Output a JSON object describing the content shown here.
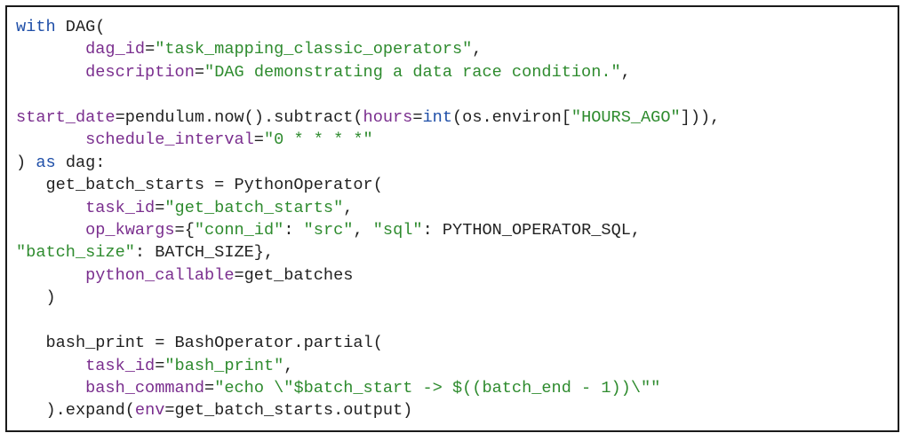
{
  "colors": {
    "keyword": "#1f4fa8",
    "parameter": "#7a2e8e",
    "string": "#2e8b2e",
    "text": "#222222",
    "border": "#1a1a1a"
  },
  "code_lines": [
    [
      {
        "t": "kw",
        "v": "with"
      },
      {
        "t": "plain",
        "v": " DAG("
      }
    ],
    [
      {
        "t": "plain",
        "v": "       "
      },
      {
        "t": "param",
        "v": "dag_id"
      },
      {
        "t": "plain",
        "v": "="
      },
      {
        "t": "str",
        "v": "\"task_mapping_classic_operators\""
      },
      {
        "t": "plain",
        "v": ","
      }
    ],
    [
      {
        "t": "plain",
        "v": "       "
      },
      {
        "t": "param",
        "v": "description"
      },
      {
        "t": "plain",
        "v": "="
      },
      {
        "t": "str",
        "v": "\"DAG demonstrating a data race condition.\""
      },
      {
        "t": "plain",
        "v": ","
      }
    ],
    [],
    [
      {
        "t": "param",
        "v": "start_date"
      },
      {
        "t": "plain",
        "v": "=pendulum.now().subtract("
      },
      {
        "t": "param",
        "v": "hours"
      },
      {
        "t": "plain",
        "v": "="
      },
      {
        "t": "kw",
        "v": "int"
      },
      {
        "t": "plain",
        "v": "(os.environ["
      },
      {
        "t": "str",
        "v": "\"HOURS_AGO\""
      },
      {
        "t": "plain",
        "v": "])),"
      }
    ],
    [
      {
        "t": "plain",
        "v": "       "
      },
      {
        "t": "param",
        "v": "schedule_interval"
      },
      {
        "t": "plain",
        "v": "="
      },
      {
        "t": "str",
        "v": "\"0 * * * *\""
      }
    ],
    [
      {
        "t": "plain",
        "v": ") "
      },
      {
        "t": "kw",
        "v": "as"
      },
      {
        "t": "plain",
        "v": " dag:"
      }
    ],
    [
      {
        "t": "plain",
        "v": "   get_batch_starts = PythonOperator("
      }
    ],
    [
      {
        "t": "plain",
        "v": "       "
      },
      {
        "t": "param",
        "v": "task_id"
      },
      {
        "t": "plain",
        "v": "="
      },
      {
        "t": "str",
        "v": "\"get_batch_starts\""
      },
      {
        "t": "plain",
        "v": ","
      }
    ],
    [
      {
        "t": "plain",
        "v": "       "
      },
      {
        "t": "param",
        "v": "op_kwargs"
      },
      {
        "t": "plain",
        "v": "={"
      },
      {
        "t": "str",
        "v": "\"conn_id\""
      },
      {
        "t": "plain",
        "v": ": "
      },
      {
        "t": "str",
        "v": "\"src\""
      },
      {
        "t": "plain",
        "v": ", "
      },
      {
        "t": "str",
        "v": "\"sql\""
      },
      {
        "t": "plain",
        "v": ": PYTHON_OPERATOR_SQL,"
      }
    ],
    [
      {
        "t": "str",
        "v": "\"batch_size\""
      },
      {
        "t": "plain",
        "v": ": BATCH_SIZE},"
      }
    ],
    [
      {
        "t": "plain",
        "v": "       "
      },
      {
        "t": "param",
        "v": "python_callable"
      },
      {
        "t": "plain",
        "v": "=get_batches"
      }
    ],
    [
      {
        "t": "plain",
        "v": "   )"
      }
    ],
    [],
    [
      {
        "t": "plain",
        "v": "   bash_print = BashOperator.partial("
      }
    ],
    [
      {
        "t": "plain",
        "v": "       "
      },
      {
        "t": "param",
        "v": "task_id"
      },
      {
        "t": "plain",
        "v": "="
      },
      {
        "t": "str",
        "v": "\"bash_print\""
      },
      {
        "t": "plain",
        "v": ","
      }
    ],
    [
      {
        "t": "plain",
        "v": "       "
      },
      {
        "t": "param",
        "v": "bash_command"
      },
      {
        "t": "plain",
        "v": "="
      },
      {
        "t": "str",
        "v": "\"echo \\\"$batch_start -> $((batch_end - 1))\\\"\""
      }
    ],
    [
      {
        "t": "plain",
        "v": "   ).expand("
      },
      {
        "t": "param",
        "v": "env"
      },
      {
        "t": "plain",
        "v": "=get_batch_starts.output)"
      }
    ]
  ]
}
